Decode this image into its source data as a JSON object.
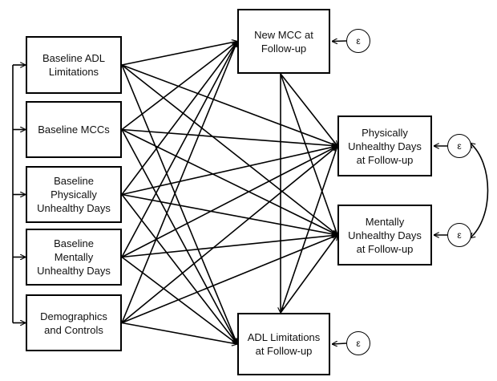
{
  "diagram": {
    "type": "path-diagram",
    "predictors": [
      {
        "id": "p_adl",
        "label": "Baseline ADL\nLimitations"
      },
      {
        "id": "p_mcc",
        "label": "Baseline MCCs"
      },
      {
        "id": "p_phys",
        "label": "Baseline\nPhysically\nUnhealthy Days"
      },
      {
        "id": "p_ment",
        "label": "Baseline\nMentally\nUnhealthy Days"
      },
      {
        "id": "p_demo",
        "label": "Demographics\nand Controls"
      }
    ],
    "outcomes": [
      {
        "id": "o_mcc",
        "label": "New MCC at\nFollow-up"
      },
      {
        "id": "o_phys",
        "label": "Physically\nUnhealthy Days\nat Follow-up"
      },
      {
        "id": "o_ment",
        "label": "Mentally\nUnhealthy Days\nat Follow-up"
      },
      {
        "id": "o_adl",
        "label": "ADL Limitations\nat Follow-up"
      }
    ],
    "error_symbol": "ε",
    "errors": [
      "o_mcc",
      "o_phys",
      "o_ment",
      "o_adl"
    ],
    "correlated_errors": [
      [
        "o_phys",
        "o_ment"
      ]
    ],
    "paths": [
      [
        "p_adl",
        "o_mcc"
      ],
      [
        "p_adl",
        "o_phys"
      ],
      [
        "p_adl",
        "o_ment"
      ],
      [
        "p_adl",
        "o_adl"
      ],
      [
        "p_mcc",
        "o_mcc"
      ],
      [
        "p_mcc",
        "o_phys"
      ],
      [
        "p_mcc",
        "o_ment"
      ],
      [
        "p_mcc",
        "o_adl"
      ],
      [
        "p_phys",
        "o_mcc"
      ],
      [
        "p_phys",
        "o_phys"
      ],
      [
        "p_phys",
        "o_ment"
      ],
      [
        "p_phys",
        "o_adl"
      ],
      [
        "p_ment",
        "o_mcc"
      ],
      [
        "p_ment",
        "o_phys"
      ],
      [
        "p_ment",
        "o_ment"
      ],
      [
        "p_ment",
        "o_adl"
      ],
      [
        "p_demo",
        "o_mcc"
      ],
      [
        "p_demo",
        "o_phys"
      ],
      [
        "p_demo",
        "o_ment"
      ],
      [
        "p_demo",
        "o_adl"
      ],
      [
        "o_mcc",
        "o_phys"
      ],
      [
        "o_mcc",
        "o_ment"
      ],
      [
        "o_mcc",
        "o_adl"
      ],
      [
        "o_adl",
        "o_phys"
      ],
      [
        "o_adl",
        "o_ment"
      ]
    ],
    "predictor_bracket": true
  }
}
